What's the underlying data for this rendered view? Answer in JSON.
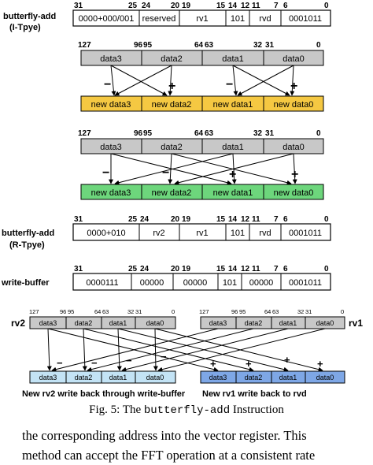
{
  "colors": {
    "gray": "#c8c8c8",
    "yellow": "#f5c842",
    "green": "#6dd67c",
    "lightblue": "#c3e3f5",
    "blue": "#7ea7e6"
  },
  "i_type": {
    "title": "butterfly-add",
    "subtitle": "(I-Tpye)",
    "bits": [
      "31",
      "25",
      "24",
      "20",
      "19",
      "15",
      "14",
      "12",
      "11",
      "7",
      "6",
      "0"
    ],
    "fields": [
      "0000+000/001",
      "reserved",
      "rv1",
      "101",
      "rvd",
      "0001011"
    ]
  },
  "block1": {
    "bits": [
      "127",
      "96",
      "95",
      "64",
      "63",
      "32",
      "31",
      "0"
    ],
    "inputs": [
      "data3",
      "data2",
      "data1",
      "data0"
    ],
    "signs": [
      "−",
      "+",
      "−",
      "+"
    ],
    "outputs": [
      "new data3",
      "new data2",
      "new data1",
      "new data0"
    ]
  },
  "block2": {
    "bits": [
      "127",
      "96",
      "95",
      "64",
      "63",
      "32",
      "31",
      "0"
    ],
    "inputs": [
      "data3",
      "data2",
      "data1",
      "data0"
    ],
    "signs": [
      "−",
      "−",
      "+",
      "+"
    ],
    "outputs": [
      "new data3",
      "new data2",
      "new data1",
      "new data0"
    ]
  },
  "r_type": {
    "title": "butterfly-add",
    "subtitle": "(R-Tpye)",
    "bits": [
      "31",
      "25",
      "24",
      "20",
      "19",
      "15",
      "14",
      "12",
      "11",
      "7",
      "6",
      "0"
    ],
    "fields": [
      "0000+010",
      "rv2",
      "rv1",
      "101",
      "rvd",
      "0001011"
    ]
  },
  "write_buffer": {
    "title": "write-buffer",
    "bits": [
      "31",
      "25",
      "24",
      "20",
      "19",
      "15",
      "14",
      "12",
      "11",
      "7",
      "6",
      "0"
    ],
    "fields": [
      "0000111",
      "00000",
      "00000",
      "101",
      "00000",
      "0001011"
    ]
  },
  "block3": {
    "rv2_label": "rv2",
    "rv1_label": "rv1",
    "left_bits": [
      "127",
      "96",
      "95",
      "64",
      "63",
      "32",
      "31",
      "0"
    ],
    "right_bits": [
      "127",
      "96",
      "95",
      "64",
      "63",
      "32",
      "31",
      "0"
    ],
    "left_inputs": [
      "data3",
      "data2",
      "data1",
      "data0"
    ],
    "right_inputs": [
      "data3",
      "data2",
      "data1",
      "data0"
    ],
    "left_signs": [
      "−",
      "−",
      "−",
      "−"
    ],
    "right_signs": [
      "+",
      "+",
      "+",
      "+"
    ],
    "left_outputs": [
      "data3",
      "data2",
      "data1",
      "data0"
    ],
    "right_outputs": [
      "data3",
      "data2",
      "data1",
      "data0"
    ],
    "left_caption": "New rv2 write back through write-buffer",
    "right_caption": "New rv1 write back to rvd"
  },
  "caption": {
    "prefix": "Fig. 5: The",
    "code": "butterfly-add",
    "suffix": "Instruction"
  },
  "body_text": {
    "line1": "the corresponding address into the vector register. This",
    "line2": "method can accept the FFT operation at a consistent rate"
  }
}
